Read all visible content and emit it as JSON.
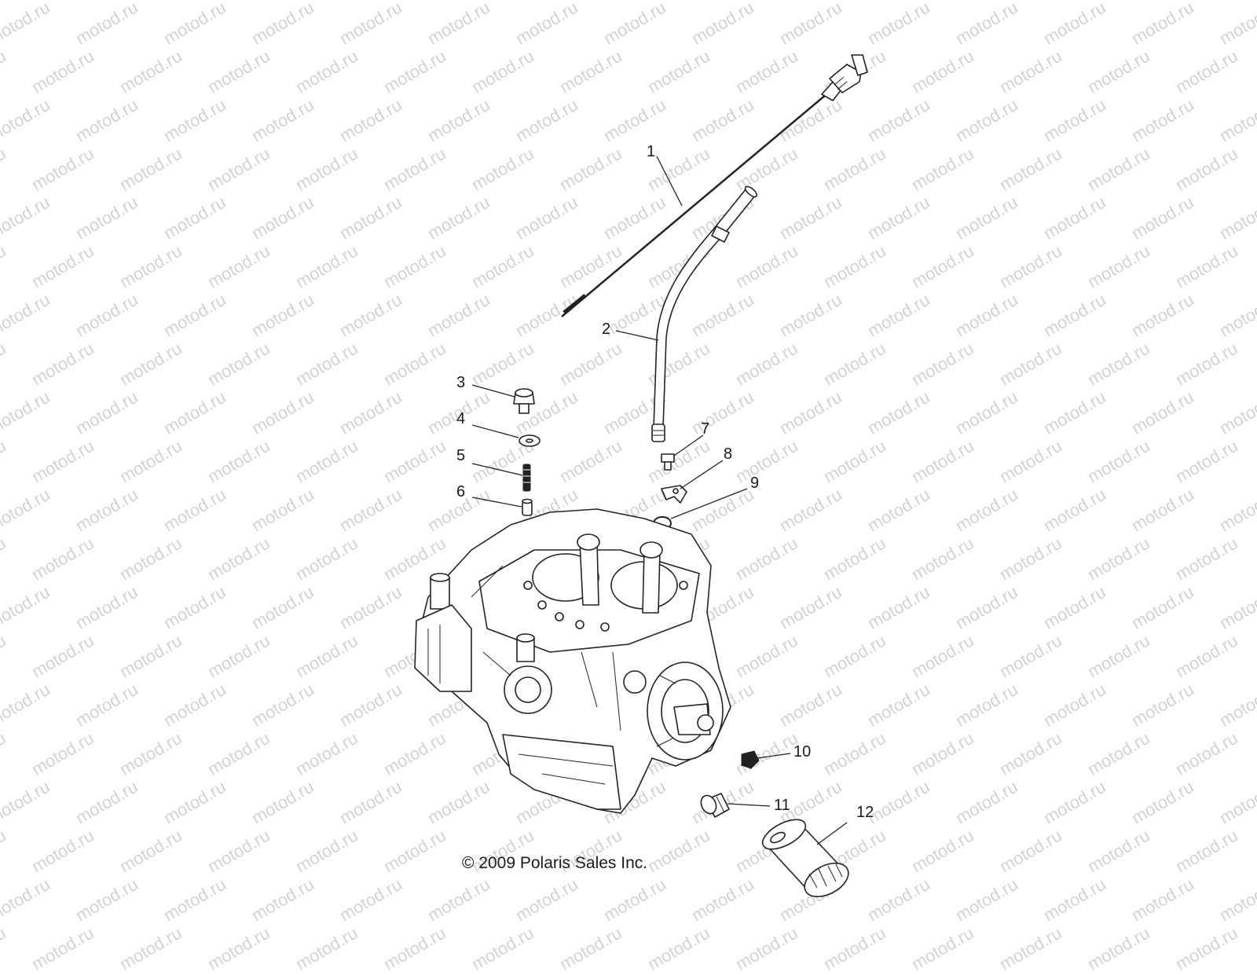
{
  "watermark": {
    "text": "motod.ru"
  },
  "callouts": [
    {
      "label": "1",
      "part": "dipstick"
    },
    {
      "label": "2",
      "part": "dipstick-tube"
    },
    {
      "label": "3",
      "part": "bolt"
    },
    {
      "label": "4",
      "part": "washer"
    },
    {
      "label": "5",
      "part": "spring"
    },
    {
      "label": "6",
      "part": "plunger"
    },
    {
      "label": "7",
      "part": "screw"
    },
    {
      "label": "8",
      "part": "bracket"
    },
    {
      "label": "9",
      "part": "o-ring"
    },
    {
      "label": "10",
      "part": "fitting"
    },
    {
      "label": "11",
      "part": "drain-plug"
    },
    {
      "label": "12",
      "part": "oil-filter"
    }
  ],
  "copyright": "© 2009 Polaris Sales Inc.",
  "colors": {
    "line": "#222222",
    "watermark": "#d2d2d2",
    "background": "#ffffff"
  }
}
